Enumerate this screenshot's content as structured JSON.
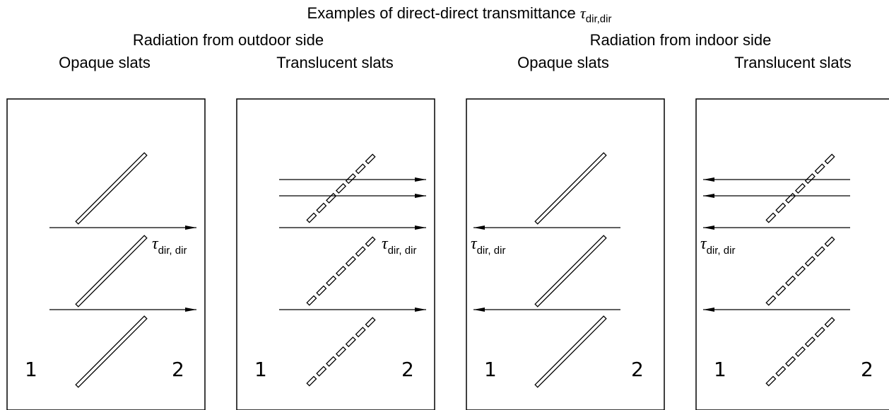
{
  "title": {
    "text": "Examples of direct-direct transmittance ",
    "tau": "τ",
    "sub": "dir,dir"
  },
  "groups": [
    {
      "label": "Radiation from outdoor side"
    },
    {
      "label": "Radiation from indoor side"
    }
  ],
  "panels": [
    {
      "label": "Opaque slats",
      "slat_type": "opaque",
      "direction": "left-to-right",
      "tau": "τ",
      "tau_sub": "dir, dir",
      "side_left": "1",
      "side_right": "2"
    },
    {
      "label": "Translucent slats",
      "slat_type": "translucent",
      "direction": "left-to-right",
      "tau": "τ",
      "tau_sub": "dir, dir",
      "side_left": "1",
      "side_right": "2"
    },
    {
      "label": "Opaque slats",
      "slat_type": "opaque",
      "direction": "right-to-left",
      "tau": "τ",
      "tau_sub": "dir, dir",
      "side_left": "1",
      "side_right": "2"
    },
    {
      "label": "Translucent slats",
      "slat_type": "translucent",
      "direction": "right-to-left",
      "tau": "τ",
      "tau_sub": "dir, dir",
      "side_left": "1",
      "side_right": "2"
    }
  ]
}
